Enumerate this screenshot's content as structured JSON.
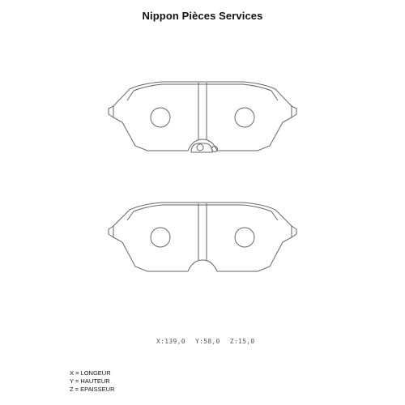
{
  "header": {
    "title": "Nippon Pièces Services"
  },
  "dimensions": {
    "x": "X:139,0",
    "y": "Y:58,0",
    "z": "Z:15,0"
  },
  "legend": [
    "X = LONGEUR",
    "Y = HAUTEUR",
    "Z = EPAISSEUR"
  ],
  "colors": {
    "line": "#666666",
    "text": "#111111"
  }
}
